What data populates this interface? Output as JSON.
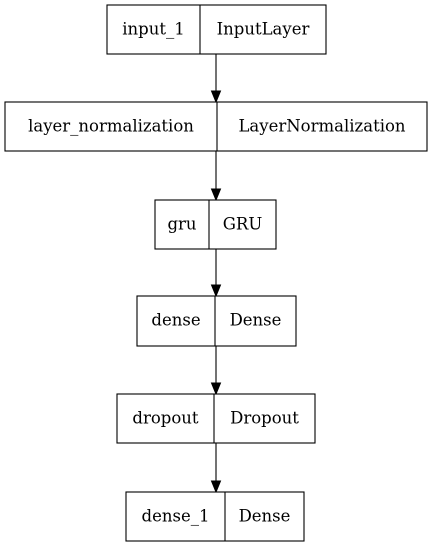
{
  "layers": [
    {
      "name": "input_1",
      "type": "InputLayer"
    },
    {
      "name": "layer_normalization",
      "type": "LayerNormalization"
    },
    {
      "name": "gru",
      "type": "GRU"
    },
    {
      "name": "dense",
      "type": "Dense"
    },
    {
      "name": "dropout",
      "type": "Dropout"
    },
    {
      "name": "dense_1",
      "type": "Dense"
    }
  ],
  "edges": [
    {
      "from": "input_1",
      "to": "layer_normalization"
    },
    {
      "from": "layer_normalization",
      "to": "gru"
    },
    {
      "from": "gru",
      "to": "dense"
    },
    {
      "from": "dense",
      "to": "dropout"
    },
    {
      "from": "dropout",
      "to": "dense_1"
    }
  ],
  "colors": {
    "stroke": "#000000",
    "fill": "#ffffff",
    "text": "#000000"
  }
}
